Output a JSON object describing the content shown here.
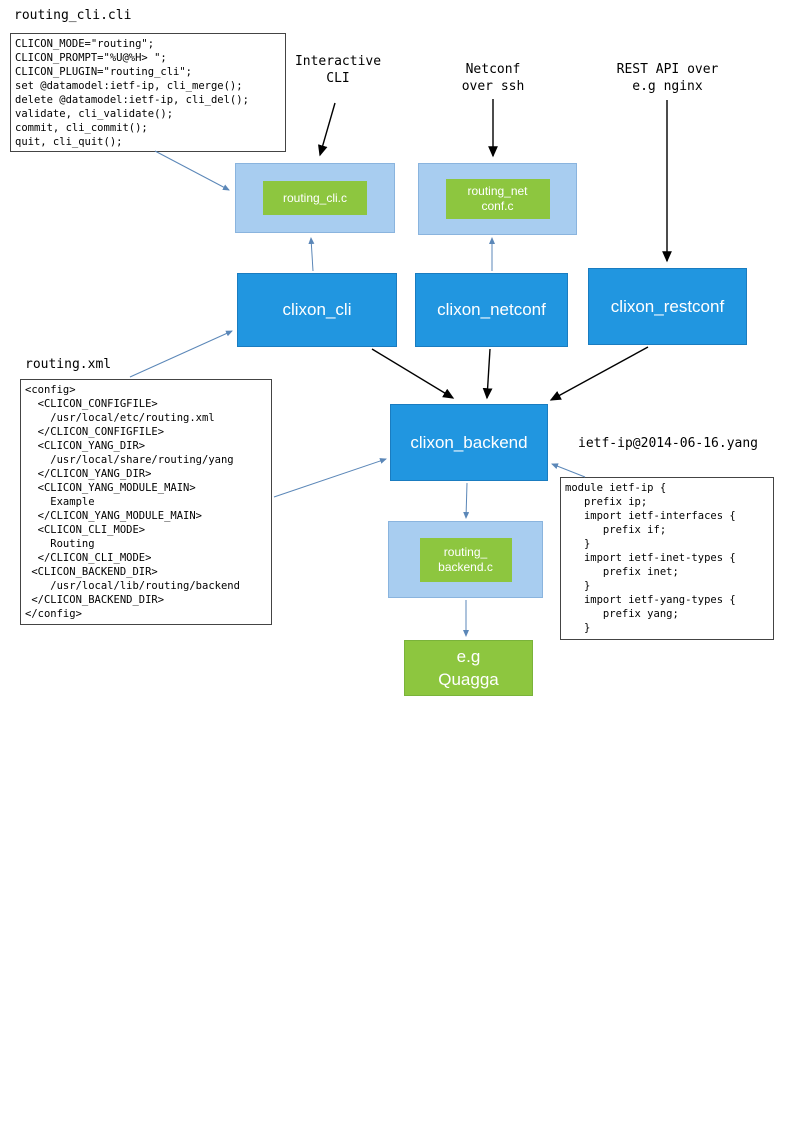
{
  "files": {
    "routing_cli_label": "routing_cli.cli",
    "routing_cli_code": "CLICON_MODE=\"routing\";\nCLICON_PROMPT=\"%U@%H> \";\nCLICON_PLUGIN=\"routing_cli\";\nset @datamodel:ietf-ip, cli_merge();\ndelete @datamodel:ietf-ip, cli_del();\nvalidate, cli_validate();\ncommit, cli_commit();\nquit, cli_quit();",
    "routing_xml_label": "routing.xml",
    "routing_xml_code": "<config>\n  <CLICON_CONFIGFILE>\n    /usr/local/etc/routing.xml\n  </CLICON_CONFIGFILE>\n  <CLICON_YANG_DIR>\n    /usr/local/share/routing/yang\n  </CLICON_YANG_DIR>\n  <CLICON_YANG_MODULE_MAIN>\n    Example\n  </CLICON_YANG_MODULE_MAIN>\n  <CLICON_CLI_MODE>\n    Routing\n  </CLICON_CLI_MODE>\n <CLICON_BACKEND_DIR>\n    /usr/local/lib/routing/backend\n </CLICON_BACKEND_DIR>\n</config>",
    "yang_label": "ietf-ip@2014-06-16.yang",
    "yang_code": "module ietf-ip {\n   prefix ip;\n   import ietf-interfaces {\n      prefix if;\n   }\n   import ietf-inet-types {\n      prefix inet;\n   }\n   import ietf-yang-types {\n      prefix yang;\n   }"
  },
  "entry_labels": {
    "interactive_cli": "Interactive\nCLI",
    "netconf": "Netconf\nover ssh",
    "rest": "REST API over\ne.g nginx"
  },
  "nodes": {
    "routing_cli_c": "routing_cli.c",
    "routing_netconf_c": "routing_net\nconf.c",
    "clixon_cli": "clixon_cli",
    "clixon_netconf": "clixon_netconf",
    "clixon_restconf": "clixon_restconf",
    "clixon_backend": "clixon_backend",
    "routing_backend_c": "routing_\nbackend.c",
    "quagga": "e.g\nQuagga"
  },
  "colors": {
    "node_blue": "#2196e0",
    "node_light_blue": "#a8cdf0",
    "node_green": "#8dc63f",
    "arrow_black": "#000000",
    "arrow_blue": "#5b87b8"
  }
}
